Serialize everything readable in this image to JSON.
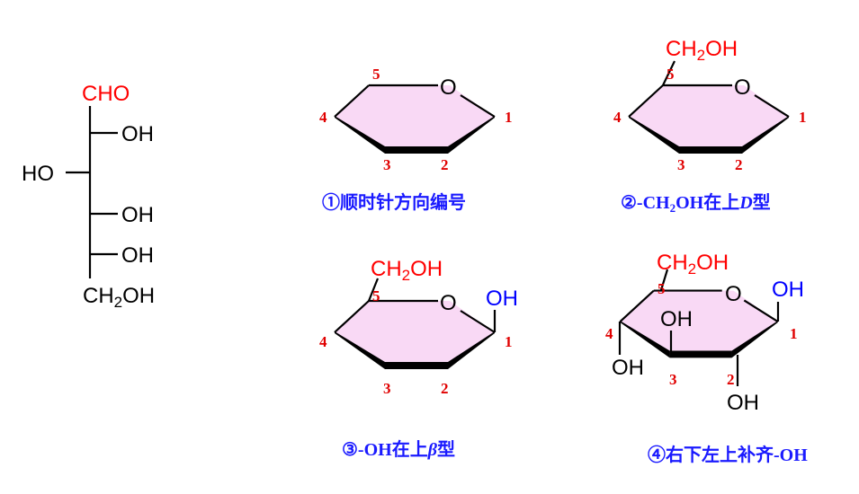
{
  "colors": {
    "highlight": "#ff0000",
    "accent": "#0000ff",
    "caption": "#1a1aff",
    "ring_fill": "#f9d9f5"
  },
  "fischer": {
    "top": "CHO",
    "c2": "OH",
    "c3": "HO",
    "c4": "OH",
    "c5": "OH",
    "bottom_pre": "CH",
    "bottom_sub": "2",
    "bottom_post": "OH"
  },
  "ring": {
    "oxygen": "O",
    "numbers": [
      "1",
      "2",
      "3",
      "4",
      "5"
    ]
  },
  "ch2oh": {
    "pre": "CH",
    "sub": "2",
    "post": "OH"
  },
  "oh": "OH",
  "captions": {
    "c1": "①顺时针方向编号",
    "c2_pre": "②-CH",
    "c2_sub": "2",
    "c2_mid": "OH在上",
    "c2_it": "D",
    "c2_post": "型",
    "c3_pre": "③-OH在上",
    "c3_it": "β",
    "c3_post": "型",
    "c4": "④右下左上补齐-OH"
  }
}
